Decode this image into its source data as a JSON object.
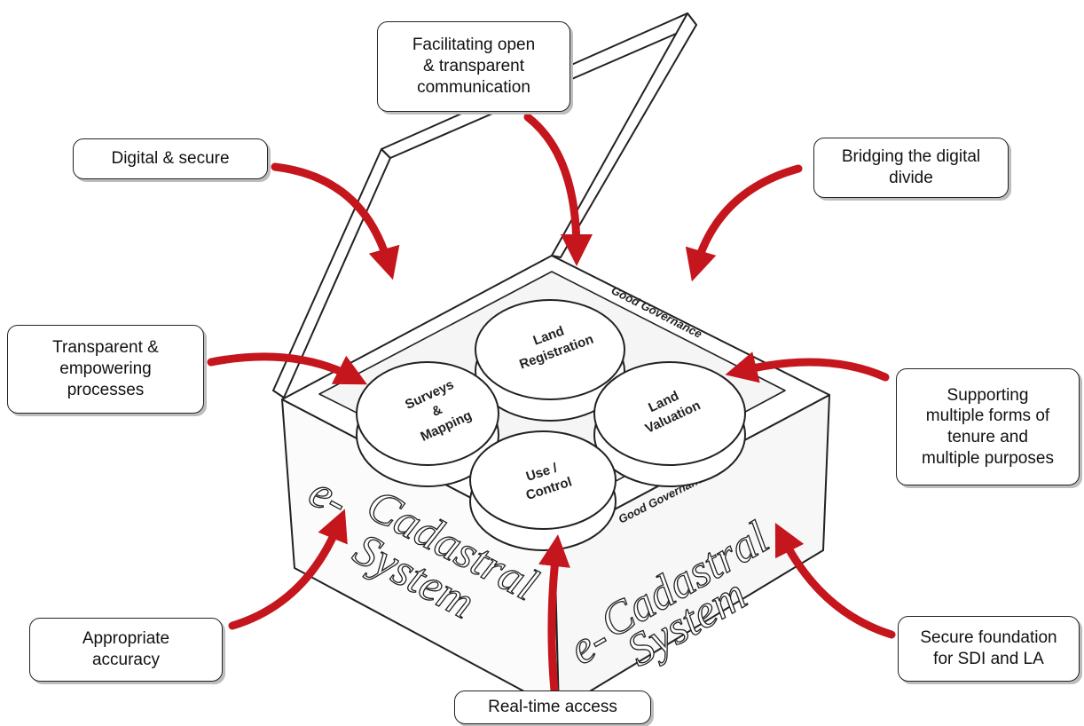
{
  "callouts": {
    "digital_secure": "Digital & secure",
    "open_communication": "Facilitating open\n& transparent\ncommunication",
    "digital_divide": "Bridging the digital\ndivide",
    "transparent_processes": "Transparent &\nempowering\nprocesses",
    "multiple_tenure": "Supporting\nmultiple forms of\ntenure and\nmultiple purposes",
    "accuracy": "Appropriate\naccuracy",
    "real_time": "Real-time access",
    "sdi_foundation": "Secure foundation\nfor SDI and LA"
  },
  "box": {
    "governance_label": "Good Governance",
    "side_left": [
      "e-",
      "Cadastral",
      "System"
    ],
    "side_right": [
      "e-",
      "Cadastral",
      "System"
    ]
  },
  "pillars": {
    "land_registration": [
      "Land",
      "Registration"
    ],
    "surveys_mapping": [
      "Surveys",
      "&",
      "Mapping"
    ],
    "land_valuation": [
      "Land",
      "Valuation"
    ],
    "use_control": [
      "Use /",
      "Control"
    ]
  },
  "colors": {
    "arrow": "#c4161c",
    "line": "#222222",
    "shadow": "#bdbdbd"
  }
}
